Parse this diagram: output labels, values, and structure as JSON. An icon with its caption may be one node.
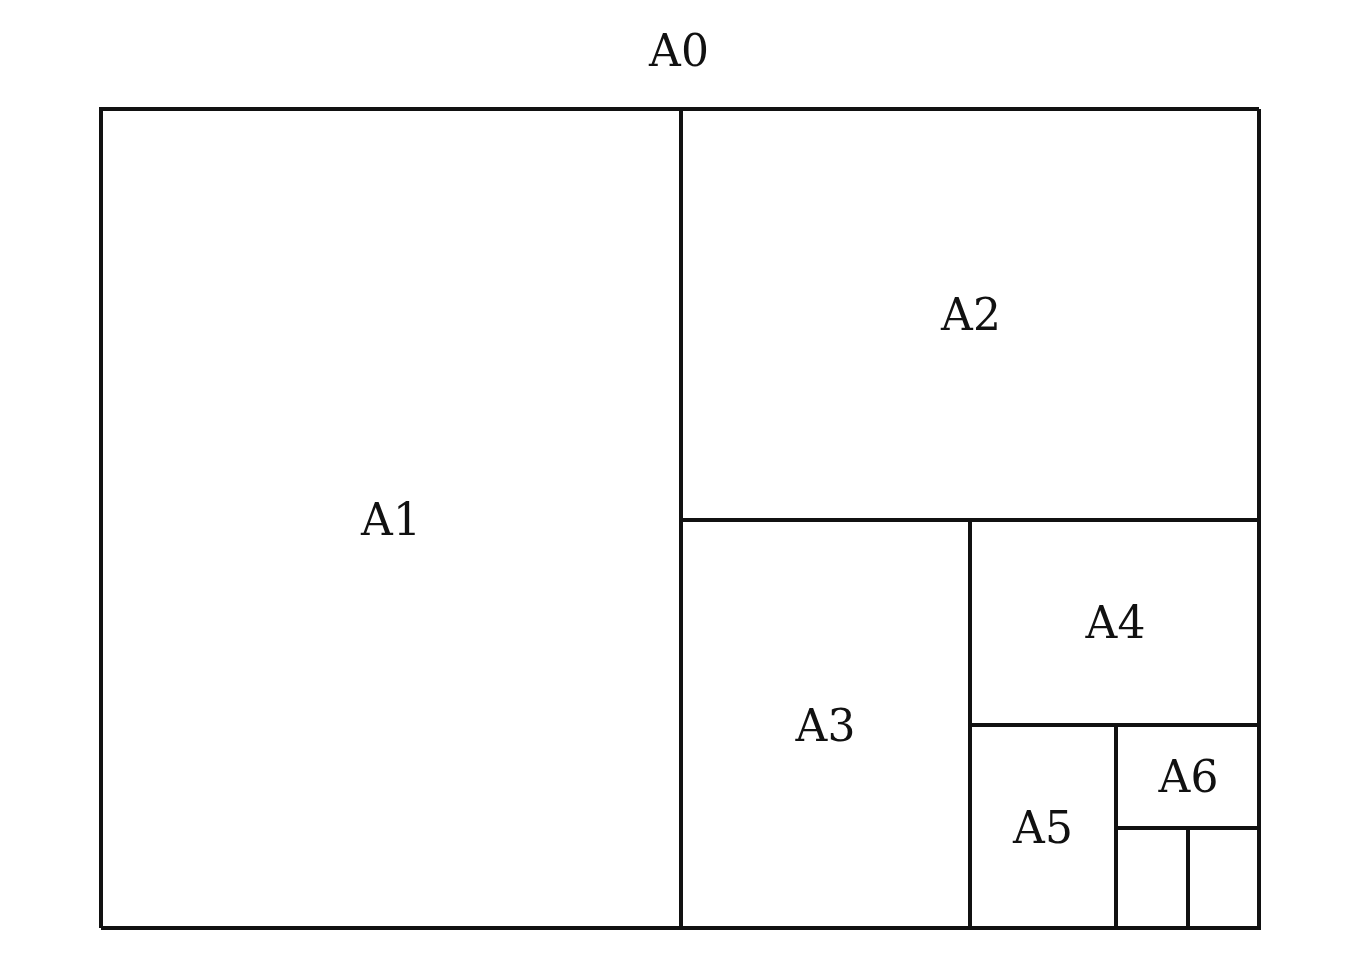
{
  "diagram": {
    "nodes": [
      {
        "text": [
          "A0"
        ]
      },
      {
        "text": [
          "A1"
        ],
        "in": 0
      },
      {
        "text": [
          "A2"
        ],
        "in": 0
      },
      {
        "text": [
          "A3"
        ],
        "in": 0
      },
      {
        "text": [
          "A4"
        ],
        "in": 0
      },
      {
        "text": [
          "A5"
        ],
        "in": 0
      },
      {
        "text": [
          "A6"
        ],
        "in": 0
      },
      {
        "text": [],
        "shape": "box",
        "in": 0
      },
      {
        "text": [],
        "shape": "box",
        "in": 0
      }
    ]
  }
}
